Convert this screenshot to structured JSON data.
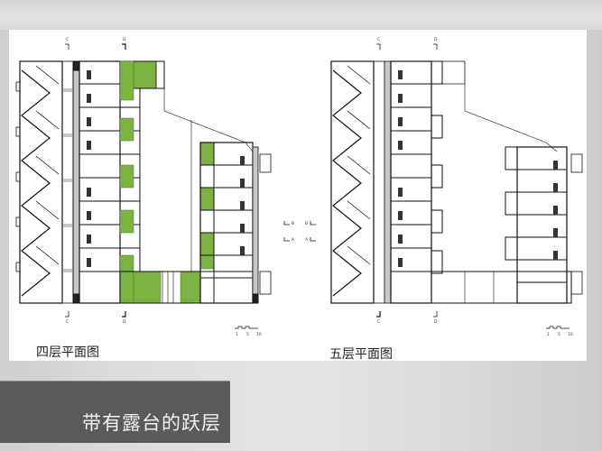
{
  "slide": {
    "title": "带有露台的跃层",
    "colors": {
      "background": "#dcdcdc",
      "panel": "#ffffff",
      "banner": "#5a5a5a",
      "banner_text": "#f2f2f2",
      "terrace_green": "#7cb342",
      "line": "#111111",
      "corridor": "#c8c8c8"
    }
  },
  "plans": [
    {
      "id": "fourth-floor",
      "caption": "四层平面图",
      "section_marks_top": [
        "C",
        "D"
      ],
      "section_marks_bottom": [
        "C",
        "D"
      ],
      "scale_bar": {
        "ticks": [
          "1",
          "5",
          "10"
        ]
      }
    },
    {
      "id": "fifth-floor",
      "caption": "五层平面图",
      "section_marks_top": [
        "C",
        "D"
      ],
      "section_marks_bottom": [
        "C",
        "D"
      ],
      "scale_bar": {
        "ticks": [
          "1",
          "5",
          "10"
        ]
      }
    }
  ],
  "center_section_marks": {
    "left": [
      "B",
      "A"
    ],
    "right": [
      "B",
      "A"
    ]
  }
}
